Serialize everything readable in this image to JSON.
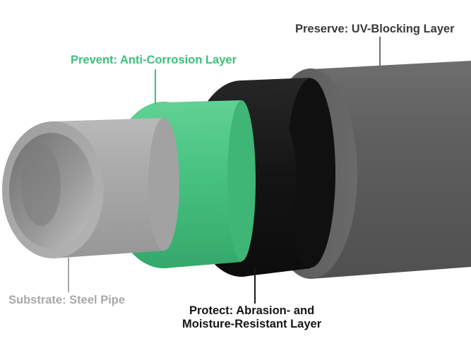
{
  "labels": {
    "uv": "Preserve: UV-Blocking Layer",
    "corrosion": "Prevent: Anti-Corrosion Layer",
    "substrate": "Substrate: Steel Pipe",
    "protect_line1": "Protect: Abrasion- and",
    "protect_line2": "Moisture-Resistant Layer"
  },
  "colors": {
    "uv_text": "#3a3a3a",
    "corrosion_text": "#3cbf7c",
    "substrate_text": "#a8a8a8",
    "protect_text": "#151515",
    "steel": "#a7a7a7",
    "green": "#45c17f",
    "black": "#141414",
    "gray_outer": "#5e5e5e"
  }
}
